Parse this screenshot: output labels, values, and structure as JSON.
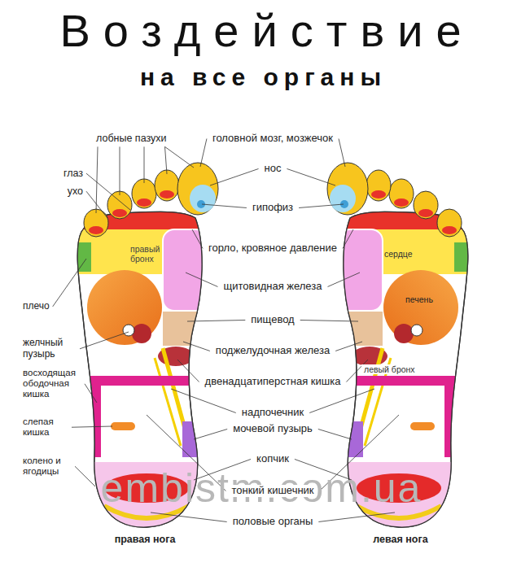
{
  "diagram": {
    "title": "Воздействие",
    "labels": [
      "на все органы",
      "лобные пазухи",
      "головной мозг, мозжечок",
      "нос",
      "глаз",
      "ухо",
      "гипофиз",
      "горло, кровяное давление",
      "правый бронх",
      "сердце",
      "щитовидная железа",
      "печень",
      "плечо",
      "пищевод",
      "желчный пузырь",
      "поджелудочная железа",
      "левый бронх",
      "двенадцатиперстная кишка",
      "восходящая ободочная кишка",
      "надпочечник",
      "слепая кишка",
      "мочевой пузырь",
      "копчик",
      "колено и ягодицы",
      "тонкий кишечник",
      "правая нога",
      "половые органы",
      "левая нога",
      "embistm.com.ua"
    ]
  }
}
